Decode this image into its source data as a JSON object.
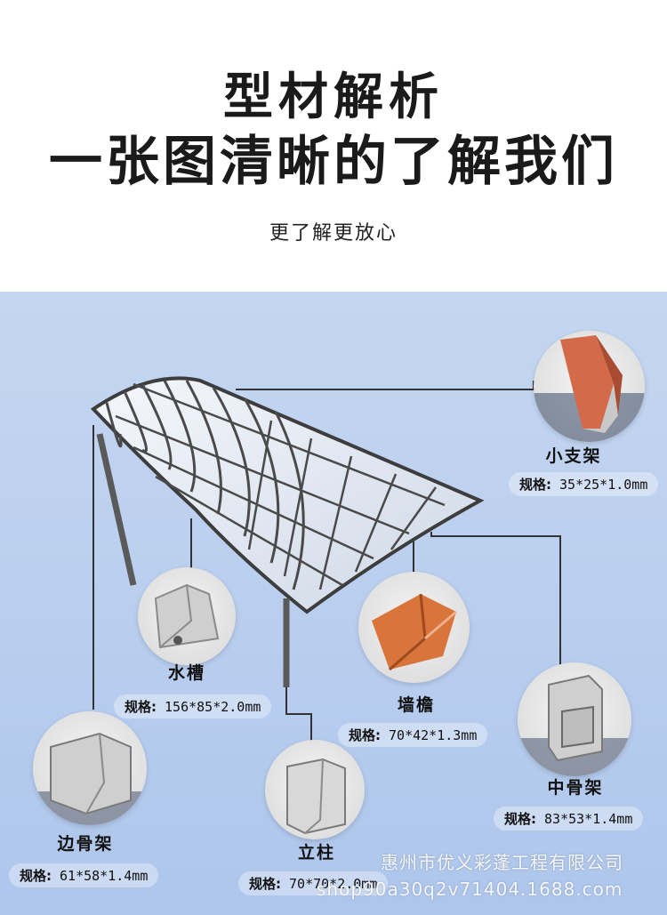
{
  "header": {
    "title_line1": "型材解析",
    "title_line2": "一张图清晰的了解我们",
    "subtitle": "更了解更放心"
  },
  "parts": [
    {
      "id": "xiaozhijia",
      "name": "小支架",
      "spec_prefix": "规格:",
      "spec_value": "35*25*1.0mm",
      "color": "#d46a4a"
    },
    {
      "id": "shuicao",
      "name": "水槽",
      "spec_prefix": "规格:",
      "spec_value": "156*85*2.0mm",
      "color": "#d9d9d9"
    },
    {
      "id": "qiangyan",
      "name": "墙檐",
      "spec_prefix": "规格:",
      "spec_value": "70*42*1.3mm",
      "color": "#d9743a"
    },
    {
      "id": "zhonggujia",
      "name": "中骨架",
      "spec_prefix": "规格:",
      "spec_value": "83*53*1.4mm",
      "color": "#d0d0d0"
    },
    {
      "id": "biangujia",
      "name": "边骨架",
      "spec_prefix": "规格:",
      "spec_value": "61*58*1.4mm",
      "color": "#d0d0d0"
    },
    {
      "id": "lizhu",
      "name": "立柱",
      "spec_prefix": "规格:",
      "spec_value": "70*70*2.0mm",
      "color": "#d8d8d8"
    }
  ],
  "watermark": {
    "company": "惠州市优义彩蓬工程有限公司",
    "url": "shop90a30q2v71404.1688.com"
  },
  "colors": {
    "panel_bg": "#b8cdee",
    "frame": "#4a4a4a",
    "roof_glass": "#e8eef8"
  }
}
